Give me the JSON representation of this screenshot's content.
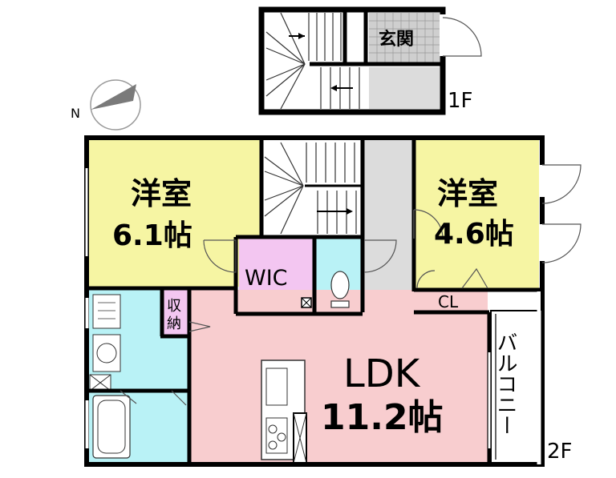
{
  "floors": {
    "first": "1F",
    "second": "2F"
  },
  "compass": {
    "north_label": "N"
  },
  "rooms": {
    "entrance": {
      "label": "玄関"
    },
    "western_room_left": {
      "label": "洋室",
      "size": "6.1帖"
    },
    "western_room_right": {
      "label": "洋室",
      "size": "4.6帖"
    },
    "wic": {
      "label": "WIC"
    },
    "closet": {
      "label": "CL"
    },
    "storage": {
      "label_line1": "収",
      "label_line2": "納"
    },
    "ldk": {
      "label": "LDK",
      "size": "11.2帖"
    },
    "balcony": {
      "label": "バルコニー"
    }
  },
  "colors": {
    "western_room": "#f6f5a3",
    "wic": "#f3c6f1",
    "closet": "#f3c6f1",
    "wet_area": "#b9f2f6",
    "ldk": "#f8cdcf",
    "corridor": "#dcdcdc",
    "stair": "#ffffff",
    "entrance_tile": "#cfcfcf"
  }
}
